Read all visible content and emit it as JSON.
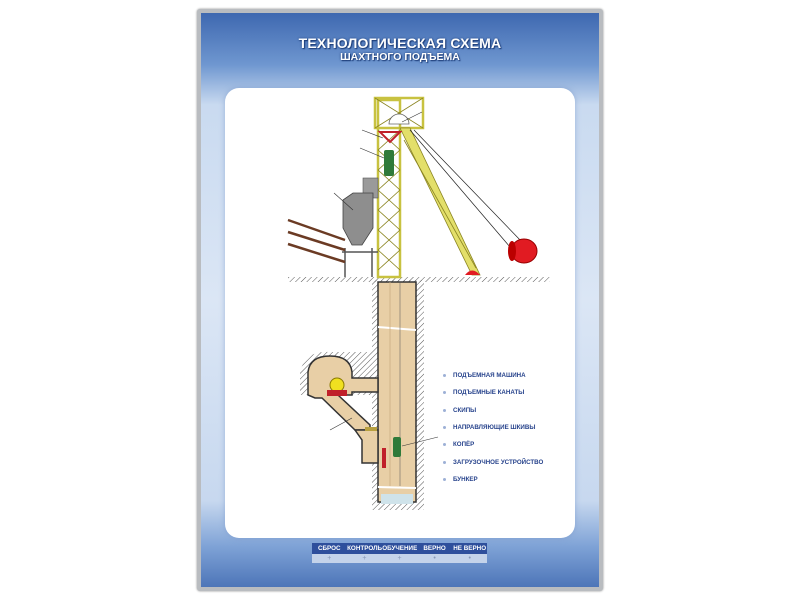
{
  "title": {
    "line1": "ТЕХНОЛОГИЧЕСКАЯ СХЕМА",
    "line2": "ШАХТНОГО ПОДЪЕМА"
  },
  "legend": [
    "ПОДЪЕМНАЯ МАШИНА",
    "ПОДЪЕМНЫЕ КАНАТЫ",
    "СКИПЫ",
    "НАПРАВЛЯЮЩИЕ ШКИВЫ",
    "КОПЁР",
    "ЗАГРУЗОЧНОЕ УСТРОЙСТВО",
    "БУНКЕР"
  ],
  "buttons": [
    {
      "label": "СБРОС",
      "led": "+"
    },
    {
      "label": "КОНТРОЛЬ",
      "led": "+"
    },
    {
      "label": "ОБУЧЕНИЕ",
      "led": "+"
    },
    {
      "label": "ВЕРНО",
      "led": "•"
    },
    {
      "label": "НЕ ВЕРНО",
      "led": "•"
    }
  ],
  "colors": {
    "accent": "#2e4f9c",
    "headframe": "#e3df6a",
    "shaft": "#e8cfa6",
    "machine": "#e11b22"
  }
}
